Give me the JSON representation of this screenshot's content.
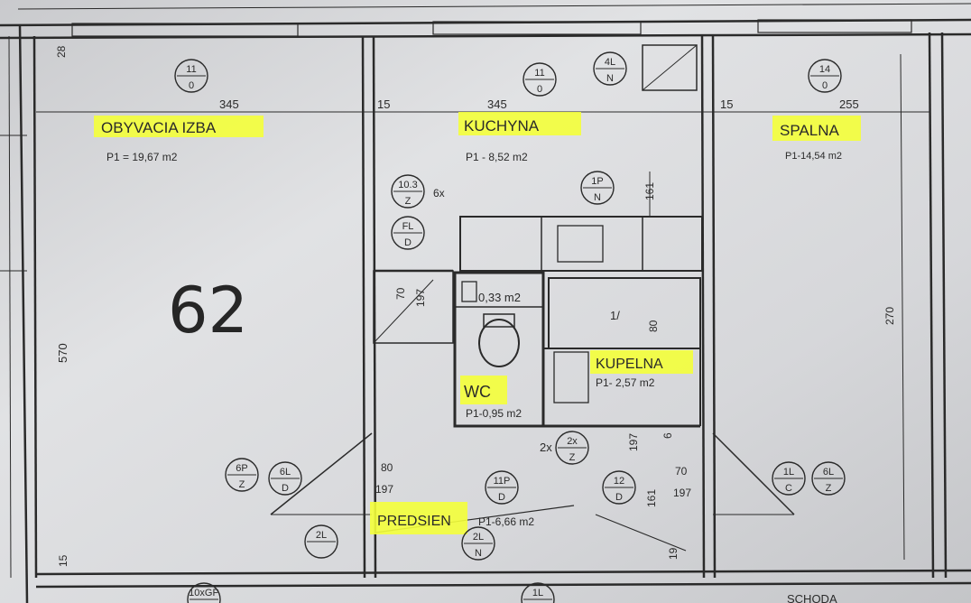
{
  "apartment_number": "62",
  "highlight_color": "#f4ff3a",
  "ink_color": "#2a2a2a",
  "paper_color": "#dcdde0",
  "rooms": {
    "living": {
      "name": "OBYVACIA IZBA",
      "area": "P1 = 19,67 m2",
      "width_dim": "345",
      "height_dim": "570"
    },
    "kitchen": {
      "name": "KUCHYNA",
      "area": "P1 - 8,52 m2",
      "width_dim": "345"
    },
    "bedroom": {
      "name": "SPALNA",
      "area": "P1-14,54 m2",
      "width_dim": "255"
    },
    "bathroom": {
      "name": "KUPELNA",
      "area": "P1- 2,57 m2",
      "dim": "80"
    },
    "wc": {
      "name": "WC",
      "area": "P1-0,95 m2",
      "closet_area": "0,33 m2"
    },
    "hall": {
      "name": "PREDSIEN",
      "area": "P1-6,66 m2"
    }
  },
  "dimensions": {
    "top_left": "28",
    "wall_a": "15",
    "wall_b": "15",
    "bottom_left": "15",
    "vert_161": "161",
    "right_side": "270",
    "door_living": [
      "80",
      "197"
    ],
    "door_bedroom": [
      "70",
      "197"
    ],
    "door_closet": [
      "70",
      "197"
    ],
    "door_bath_a": "197",
    "door_bath_b": "6",
    "door_entry": "161",
    "door_side": "19"
  },
  "tags": {
    "t1": [
      "11",
      "0"
    ],
    "t2": [
      "11",
      "0"
    ],
    "t3": [
      "4L",
      "N"
    ],
    "t4": [
      "14",
      "0"
    ],
    "t5": [
      "10.3",
      "Z"
    ],
    "t6": [
      "FL",
      "D"
    ],
    "t7": [
      "1P",
      "N"
    ],
    "t8": [
      "2x",
      "Z"
    ],
    "t9": [
      "11P",
      "D"
    ],
    "t10": [
      "12",
      "D"
    ],
    "t11": [
      "6P",
      "Z"
    ],
    "t12": [
      "6L",
      "D"
    ],
    "t13": [
      "1L",
      "C"
    ],
    "t14": [
      "6L",
      "Z"
    ],
    "t15": [
      "2L",
      "N"
    ],
    "t16": [
      "10xGP",
      ""
    ],
    "t17": [
      "1L",
      ""
    ],
    "t18": [
      "2L",
      ""
    ]
  },
  "notes": {
    "multiplier": "6x",
    "bath_mark": "1/",
    "door_mark": "2x"
  },
  "bottom_right_text": "SCHODA"
}
